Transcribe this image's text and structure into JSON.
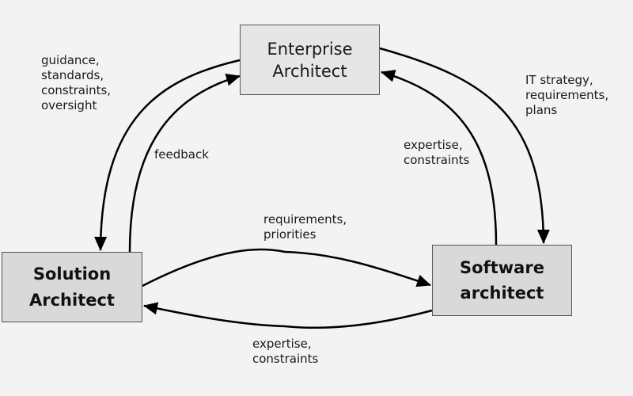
{
  "nodes": {
    "enterprise": {
      "line1": "Enterprise",
      "line2": "Architect"
    },
    "solution": {
      "line1": "Solution",
      "line2": "Architect"
    },
    "software": {
      "line1": "Software",
      "line2": "architect"
    }
  },
  "edges": {
    "ea_to_sa": {
      "line1": "guidance,",
      "line2": "standards,",
      "line3": "constraints,",
      "line4": "oversight"
    },
    "sa_to_ea": {
      "line1": "feedback"
    },
    "ea_to_sw": {
      "line1": "IT strategy,",
      "line2": "requirements,",
      "line3": "plans"
    },
    "sw_to_ea": {
      "line1": "expertise,",
      "line2": "constraints"
    },
    "sa_to_sw": {
      "line1": "requirements,",
      "line2": "priorities"
    },
    "sw_to_sa": {
      "line1": "expertise,",
      "line2": "constraints"
    }
  },
  "colors": {
    "background": "#f3f3f3",
    "enterprise_box": "#e6e6e6",
    "role_box": "#d9d9d9",
    "stroke": "#000000"
  }
}
